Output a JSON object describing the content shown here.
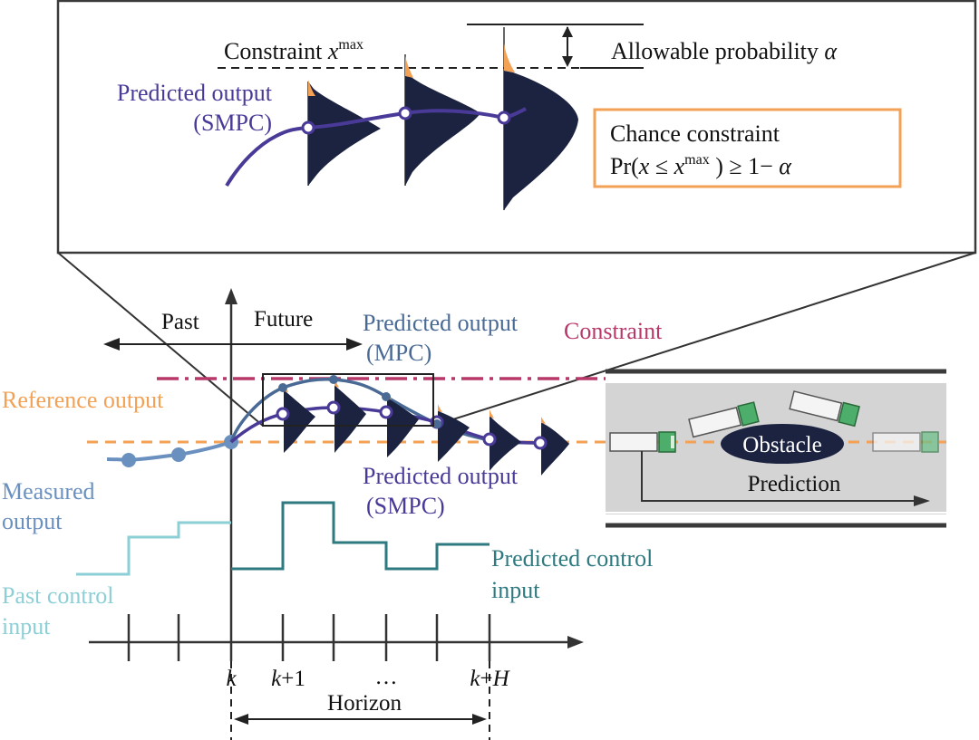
{
  "zoom": {
    "constraint_label": "Constraint",
    "constraint_var": "x",
    "constraint_sup": "max",
    "allowable_label": "Allowable probability",
    "allowable_var": "α",
    "predicted_line1": "Predicted output",
    "predicted_line2": "(SMPC)",
    "chance_title": "Chance constraint",
    "chance_pr": "Pr(",
    "chance_x": "x",
    "chance_leq": " ≤ ",
    "chance_x2": "x",
    "chance_sup": "max",
    "chance_close": " ) ≥ 1− ",
    "chance_alpha": "α"
  },
  "main": {
    "past": "Past",
    "future": "Future",
    "constraint": "Constraint",
    "reference_output": "Reference output",
    "predicted_mpc_line1": "Predicted output",
    "predicted_mpc_line2": "(MPC)",
    "predicted_smpc_line1": "Predicted output",
    "predicted_smpc_line2": "(SMPC)",
    "measured_line1": "Measured",
    "measured_line2": "output",
    "past_control_line1": "Past control",
    "past_control_line2": "input",
    "predicted_control_line1": "Predicted control",
    "predicted_control_line2": "input"
  },
  "axis": {
    "k": "k",
    "k1_var": "k",
    "k1_suffix": "+1",
    "dots": "…",
    "kh_var": "k",
    "kh_plus": "+",
    "kh_h": "H",
    "horizon": "Horizon"
  },
  "road": {
    "obstacle": "Obstacle",
    "prediction": "Prediction"
  },
  "colors": {
    "purple": "#4a3a98",
    "mpc_blue": "#4a6a96",
    "measured_blue": "#6a90c0",
    "light_teal": "#8ccfd6",
    "dark_teal": "#2e7a80",
    "orange": "#f2a155",
    "crimson": "#b8386a",
    "navy": "#1c2340",
    "road_gray": "#d4d4d4"
  }
}
